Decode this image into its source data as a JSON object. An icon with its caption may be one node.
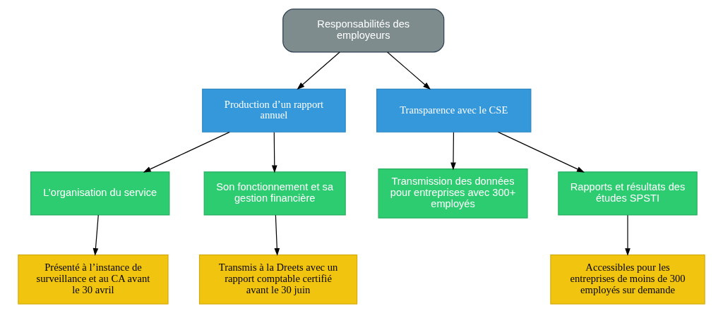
{
  "diagram": {
    "nodes": [
      {
        "text": [
          "Responsabilités des employeurs"
        ]
      },
      {
        "text": [
          "Production d’un rapport annuel"
        ]
      },
      {
        "text": [
          "Transparence avec le CSE"
        ]
      },
      {
        "text": [
          "L’organisation du service"
        ]
      },
      {
        "text": [
          "Son fonctionnement et sa gestion financière"
        ]
      },
      {
        "text": [
          "Transmission des données pour entreprises avec 300+ employés"
        ]
      },
      {
        "text": [
          "Rapports et résultats des études SPSTI"
        ]
      },
      {
        "text": [
          "Présenté à l’instance de surveillance et au CA avant le 30 avril"
        ]
      },
      {
        "text": [
          "Transmis à la Dreets avec un rapport comptable certifié avant le 30 juin"
        ]
      },
      {
        "text": [
          "Accessibles pour les entreprises de moins de 300 employés sur demande"
        ]
      }
    ],
    "edges": [
      {
        "from": 0,
        "to": 1,
        "arrow": "to"
      },
      {
        "from": 0,
        "to": 2,
        "arrow": "to"
      },
      {
        "from": 1,
        "to": 3,
        "arrow": "to"
      },
      {
        "from": 1,
        "to": 4,
        "arrow": "to"
      },
      {
        "from": 2,
        "to": 5,
        "arrow": "to"
      },
      {
        "from": 2,
        "to": 6,
        "arrow": "to"
      },
      {
        "from": 3,
        "to": 7,
        "arrow": "to"
      },
      {
        "from": 4,
        "to": 8,
        "arrow": "to"
      },
      {
        "from": 6,
        "to": 9,
        "arrow": "to"
      }
    ]
  }
}
